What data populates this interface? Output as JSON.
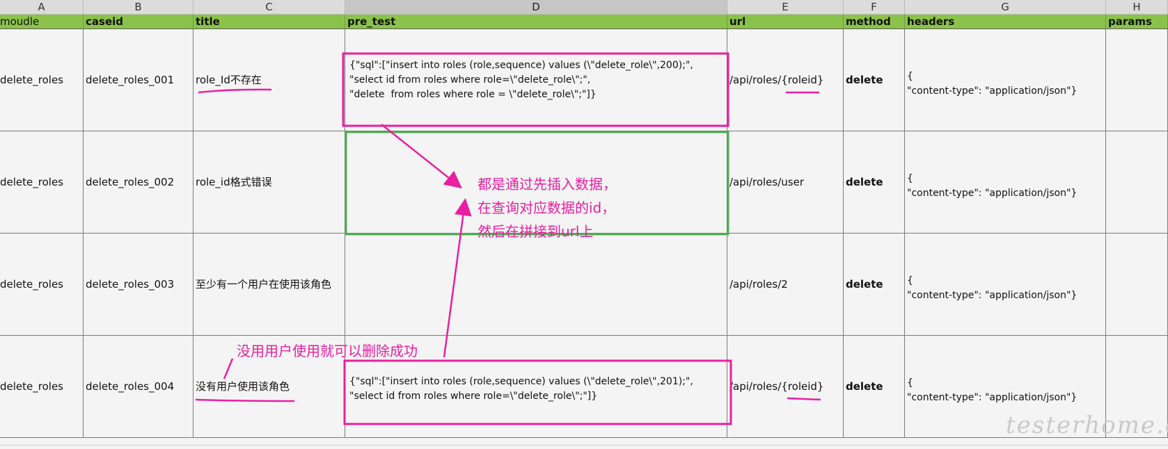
{
  "colors": {
    "field_header_bg": "#8bc34a",
    "annotation": "#e91ea0",
    "selection": "#4caf50"
  },
  "column_letters": [
    "A",
    "B",
    "C",
    "D",
    "E",
    "F",
    "G",
    "H"
  ],
  "field_headers": [
    "moudle",
    "caseid",
    "title",
    "pre_test",
    "url",
    "method",
    "headers",
    "params"
  ],
  "rows": [
    {
      "moudle": "delete_roles",
      "caseid": "delete_roles_001",
      "title": "role_Id不存在",
      "pre_test": "{\"sql\":[\"insert into roles (role,sequence) values (\\\"delete_role\\\",200);\",\n\"select id from roles where role=\\\"delete_role\\\";\",\n\"delete  from roles where role = \\\"delete_role\\\";\"]}",
      "url": "/api/roles/{roleid}",
      "method": "delete",
      "headers": "{\n\"content-type\": \"application/json\"}",
      "params": ""
    },
    {
      "moudle": "delete_roles",
      "caseid": "delete_roles_002",
      "title": "role_id格式错误",
      "pre_test": "",
      "url": "/api/roles/user",
      "method": "delete",
      "headers": "{\n\"content-type\": \"application/json\"}",
      "params": ""
    },
    {
      "moudle": "delete_roles",
      "caseid": "delete_roles_003",
      "title": "至少有一个用户在使用该角色",
      "pre_test": "",
      "url": "/api/roles/2",
      "method": "delete",
      "headers": "{\n\"content-type\": \"application/json\"}",
      "params": ""
    },
    {
      "moudle": "delete_roles",
      "caseid": "delete_roles_004",
      "title": "没有用户使用该角色",
      "pre_test": "{\"sql\":[\"insert into roles (role,sequence) values (\\\"delete_role\\\",201);\",\n\"select id from roles where role=\\\"delete_role\\\";\"]}",
      "url": "/api/roles/{roleid}",
      "method": "delete",
      "headers": "{\n\"content-type\": \"application/json\"}",
      "params": ""
    }
  ],
  "annotations": {
    "main_note": "都是通过先插入数据，\n在查询对应数据的id，\n然后在拼接到url上",
    "row4_note": "没用用户使用就可以删除成功"
  },
  "watermark": "testerhome.com"
}
